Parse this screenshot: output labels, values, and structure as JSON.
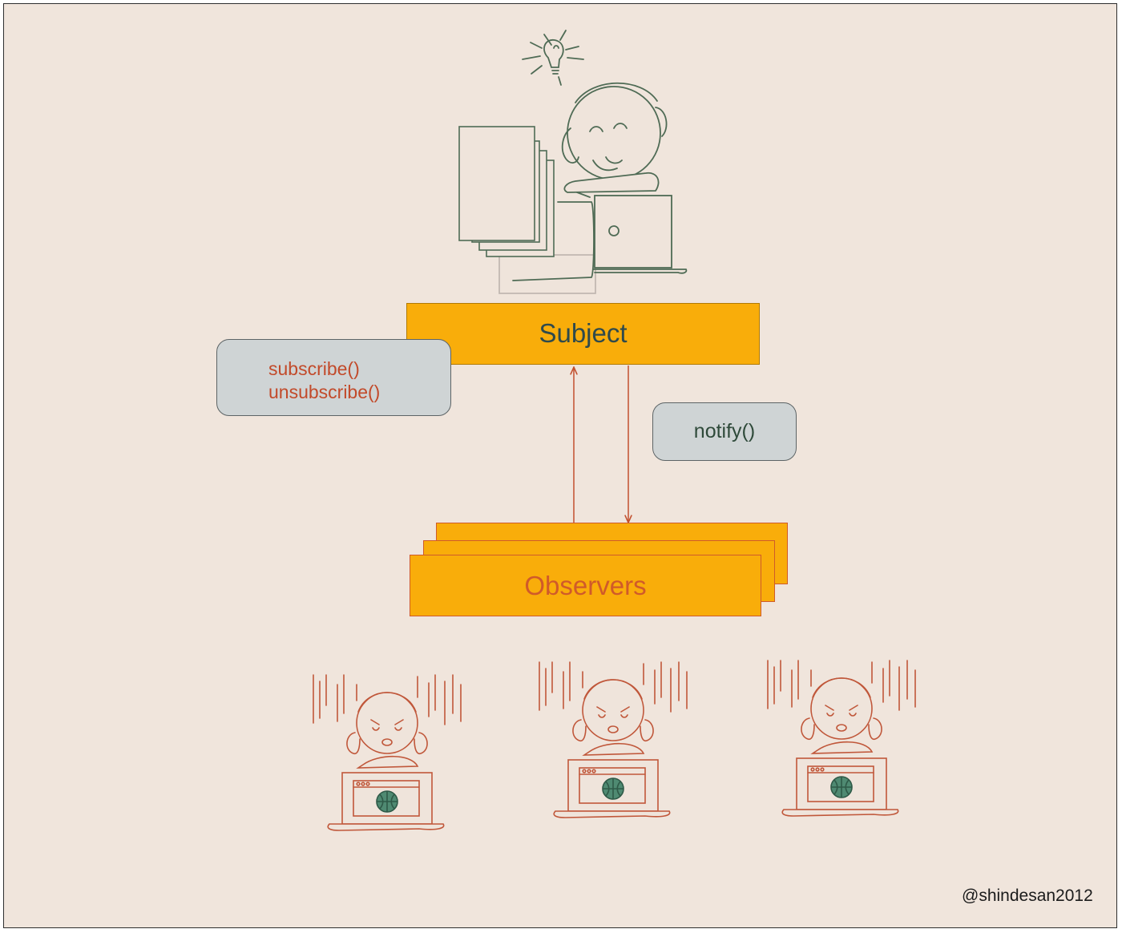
{
  "subject": {
    "label": "Subject"
  },
  "observers": {
    "label": "Observers"
  },
  "subscription_methods": {
    "subscribe": "subscribe()",
    "unsubscribe": "unsubscribe()"
  },
  "notify": {
    "label": "notify()"
  },
  "credit": "@shindesan2012",
  "icons": [
    "lightbulb-icon",
    "happy-person-at-laptop-icon",
    "documents-stack-icon",
    "sad-person-at-laptop-icon"
  ],
  "colors": {
    "background": "#f0e5dc",
    "box_fill": "#f9ad0a",
    "arrow": "#c2502e",
    "pill_fill": "#cfd4d5",
    "subject_text": "#2f4a4c",
    "observers_text": "#d05a2a",
    "method_text": "#c24a2a",
    "notify_text": "#2f4a3a",
    "sketch_green": "#4f6b55",
    "sketch_red": "#c0573a"
  }
}
